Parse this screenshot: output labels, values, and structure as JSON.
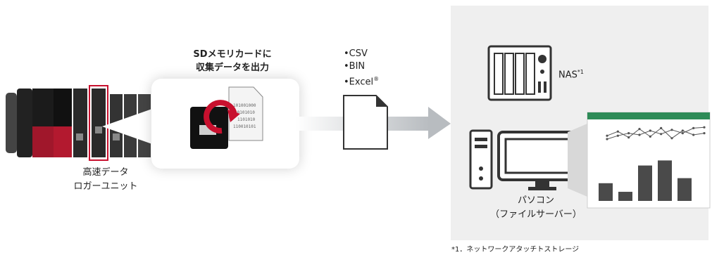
{
  "sd_card": {
    "title_line1": "SDメモリカードに",
    "title_line2": "収集データを出力",
    "binary_lines": [
      "101001000",
      "10101010",
      "1101010",
      "110010101"
    ]
  },
  "plc": {
    "label_line1": "高速データ",
    "label_line2": "ロガーユニット"
  },
  "formats": {
    "items": [
      "CSV",
      "BIN",
      "Excel"
    ],
    "excel_mark": "®"
  },
  "nas": {
    "label": "NAS",
    "footnote_ref": "*1"
  },
  "pc": {
    "label_line1": "パソコン",
    "label_line2": "（ファイルサーバー）"
  },
  "footnote": "*1．ネットワークアタッチトストレージ",
  "colors": {
    "accent_red": "#c8102e",
    "chart_green": "#2e8b57",
    "bar_gray": "#4a4a4a",
    "arrow_gray": "#b8bcc0"
  },
  "bar_chart": {
    "values": [
      0.35,
      0.18,
      0.7,
      0.8,
      0.45
    ]
  },
  "line_chart": {
    "series_a": [
      0.45,
      0.7,
      0.35,
      0.85,
      0.4,
      0.9,
      0.3,
      0.75,
      0.5,
      0.6
    ],
    "series_b": [
      0.25,
      0.45,
      0.6,
      0.5,
      0.75,
      0.55,
      0.8,
      0.6,
      0.9,
      0.95
    ]
  }
}
